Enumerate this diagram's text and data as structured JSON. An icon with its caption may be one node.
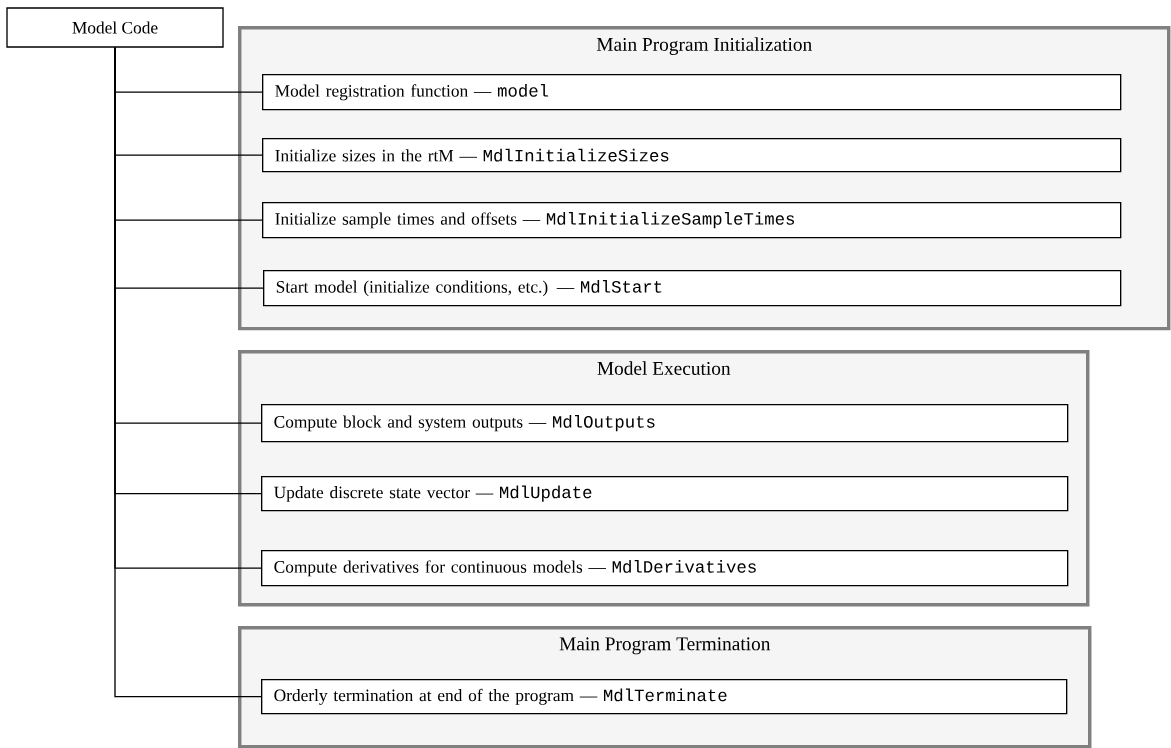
{
  "diagram": {
    "nodes": [
      {
        "text": [
          "Model Code"
        ]
      },
      {
        "text": [
          "Main Program Initialization"
        ]
      },
      {
        "text": [
          "Model registration function —",
          "model"
        ],
        "in": 1
      },
      {
        "text": [
          "Initialize sizes in the rtM —",
          "MdlInitializeSizes"
        ],
        "in": 1
      },
      {
        "text": [
          "Initialize sample times and offsets —",
          "MdlInitializeSampleTimes"
        ],
        "in": 1
      },
      {
        "text": [
          "Start model (initialize conditions, etc.) —",
          "MdlStart"
        ],
        "in": 1
      },
      {
        "text": [
          "Model Execution"
        ]
      },
      {
        "text": [
          "Compute block and system outputs —",
          "MdlOutputs"
        ],
        "in": 6
      },
      {
        "text": [
          "Update discrete state vector —",
          "MdlUpdate"
        ],
        "in": 6
      },
      {
        "text": [
          "Compute derivatives for continuous models —",
          "MdlDerivatives"
        ],
        "in": 6
      },
      {
        "text": [
          "Main Program Termination"
        ]
      },
      {
        "text": [
          "Orderly termination at end of the program —",
          "MdlTerminate"
        ],
        "in": 10
      }
    ],
    "edges": [
      {
        "from": 0,
        "to": 2,
        "arrow": "none"
      },
      {
        "from": 0,
        "to": 3,
        "arrow": "none"
      },
      {
        "from": 0,
        "to": 4,
        "arrow": "none"
      },
      {
        "from": 0,
        "to": 5,
        "arrow": "none"
      },
      {
        "from": 0,
        "to": 7,
        "arrow": "none"
      },
      {
        "from": 0,
        "to": 8,
        "arrow": "none"
      },
      {
        "from": 0,
        "to": 9,
        "arrow": "none"
      },
      {
        "from": 0,
        "to": 11,
        "arrow": "none"
      }
    ]
  }
}
